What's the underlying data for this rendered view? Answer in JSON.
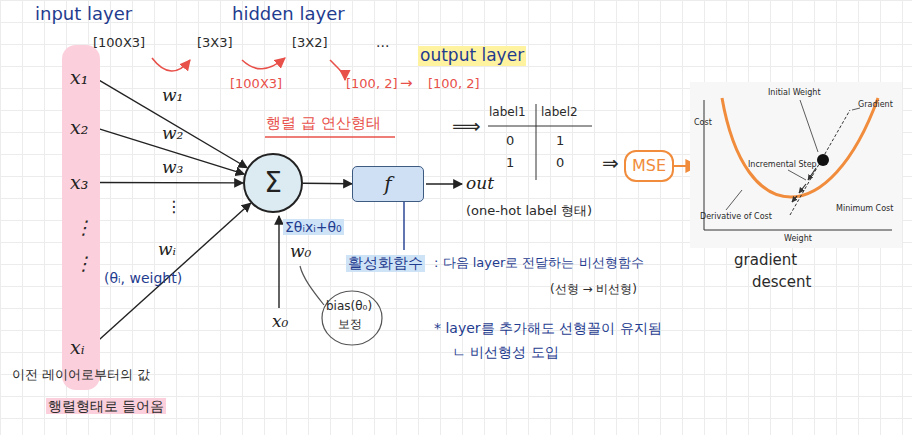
{
  "diagram": {
    "nodes": [
      {
        "text": [
          "x₁",
          "x₂",
          "x₃",
          "⋮",
          "⋮",
          "xᵢ"
        ]
      },
      {
        "text": [
          "Σ"
        ]
      },
      {
        "text": [
          "f"
        ]
      },
      {
        "text": [
          "MSE"
        ]
      }
    ],
    "edges": [
      {
        "from": 0,
        "to": 1,
        "arrow": "to"
      },
      {
        "from": 1,
        "to": 2,
        "arrow": "to"
      }
    ],
    "labels": [
      "input layer",
      "hidden layer",
      "output layer",
      "[100X3]",
      "[3X3]",
      "[3X2]",
      "...",
      "[100X3]",
      "[100, 2]",
      "→",
      "[100, 2]",
      "행렬 곱 연산형태",
      "⟹",
      "label1",
      "label2",
      "0",
      "1",
      "1",
      "0",
      "(one-hot label 형태)",
      "⇒",
      "w₁",
      "w₂",
      "w₃",
      "⋮",
      "wᵢ",
      "w₀",
      "x₀",
      "out",
      "Σθᵢxᵢ+θ₀",
      "(θᵢ, weight)",
      "bias(θ₀)",
      "보정",
      "활성화함수",
      ": 다음 layer로 전달하는 비선형함수",
      "(선형 → 비선형)",
      "* layer를 추가해도 선형꼴이 유지됨",
      "ㄴ 비선형성 도입",
      "이전 레이어로부터의 값",
      "행렬형태로 들어옴",
      "gradient",
      "descent",
      "Cost",
      "Initial Weight",
      "Gradient",
      "Incremental Step",
      "Derivative of Cost",
      "Minimum Cost",
      "Weight"
    ]
  }
}
